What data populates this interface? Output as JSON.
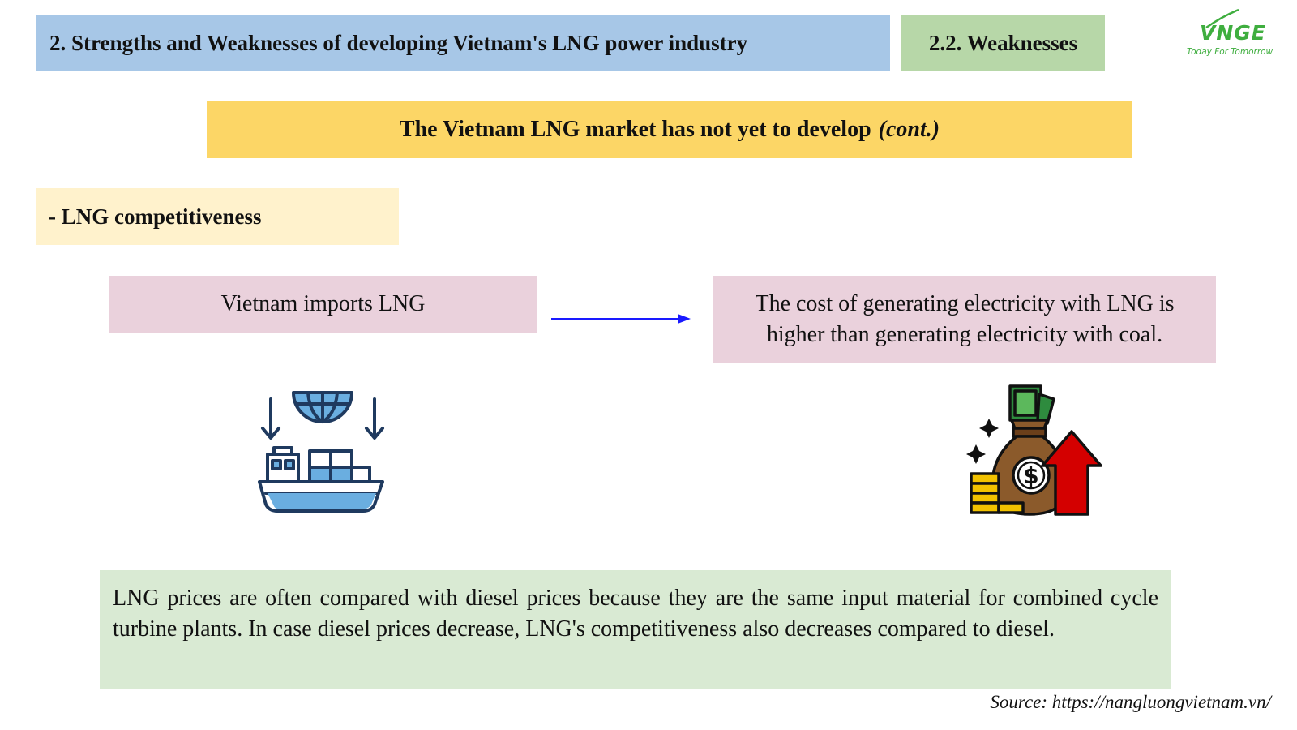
{
  "header": {
    "title": "2. Strengths and Weaknesses of developing Vietnam's LNG power industry",
    "section": "2.2. Weaknesses"
  },
  "logo": {
    "name": "VNGE",
    "tagline": "Today For Tomorrow"
  },
  "banner": {
    "text": "The Vietnam LNG market has not yet to develop",
    "suffix": "(cont.)"
  },
  "subsection": {
    "title": "- LNG competitiveness"
  },
  "flow": {
    "cause": "Vietnam imports LNG",
    "effect": "The cost of generating electricity with LNG is higher than generating electricity with coal.",
    "arrow_color": "#1a1aff"
  },
  "icons": {
    "left": "cargo-ship-import-icon",
    "right": "money-bag-rising-icon"
  },
  "note": {
    "text": "LNG prices are often compared with diesel prices because they are the same input material for combined cycle turbine plants. In case diesel prices decrease, LNG's competitiveness also decreases compared to diesel."
  },
  "source": {
    "text": "Source: https://nangluongvietnam.vn/"
  },
  "colors": {
    "header_blue": "#a7c7e7",
    "header_green": "#b7d7a8",
    "banner_yellow": "#fcd666",
    "subsection_cream": "#fff2cc",
    "box_pink": "#ead1dc",
    "note_green": "#d9ead3",
    "brand_green": "#3fae3f"
  }
}
